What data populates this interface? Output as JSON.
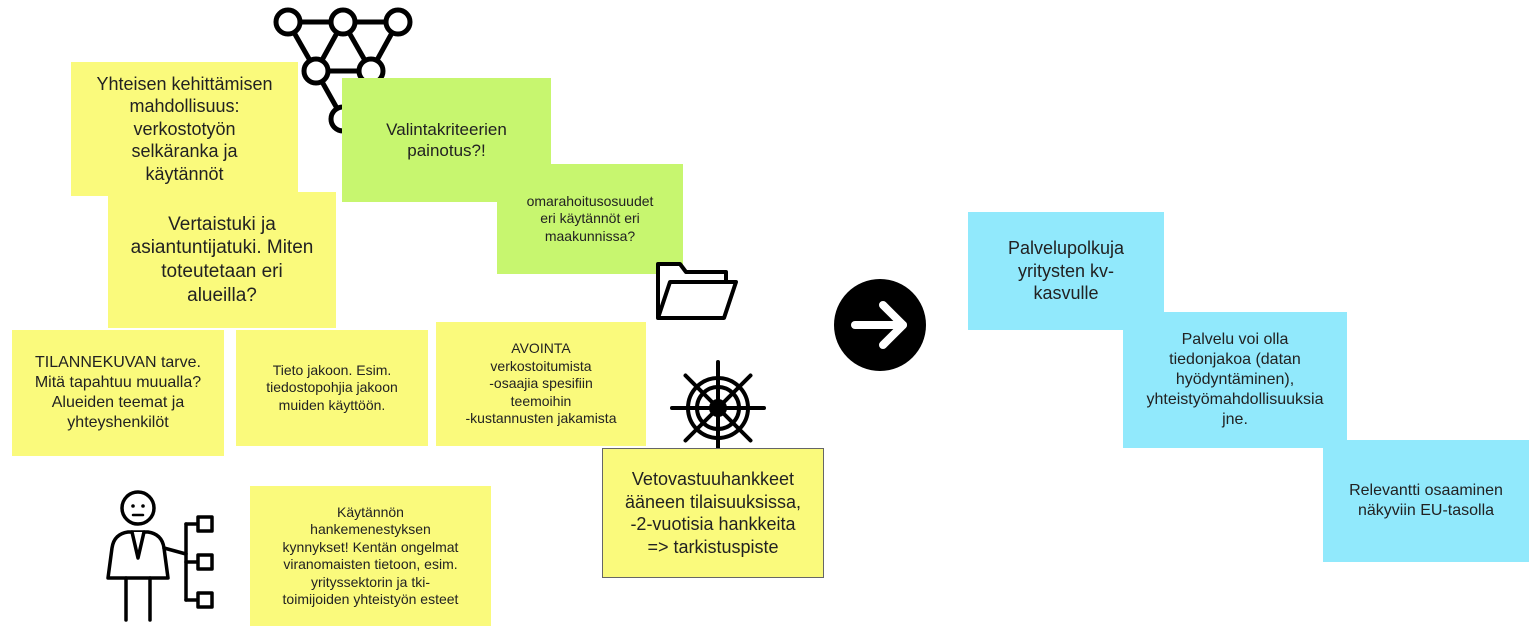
{
  "colors": {
    "yellow": "#fafa7c",
    "green": "#c7f66f",
    "blue": "#91e9fc",
    "arrow": "#000000"
  },
  "notes": {
    "yhteisen": "Yhteisen kehittämisen\nmahdollisuus:\nverkostotyön\nselkäranka ja\nkäytännöt",
    "vertaistuki": "Vertaistuki ja\nasiantuntijatuki. Miten\ntoteutetaan eri\nalueilla?",
    "tilannekuva": "TILANNEKUVAN tarve.\nMitä tapahtuu muualla?\nAlueiden teemat ja\nyhteyshenkilöt",
    "tieto": "Tieto jakoon. Esim.\ntiedostopohjia jakoon\nmuiden käyttöön.",
    "avointa": "AVOINTA\nverkostoitumista\n-osaajia spesifiin\nteemoihin\n-kustannusten jakamista",
    "kaytannon": "Käytännön\nhankemenestyksen\nkynnykset! Kentän ongelmat\nviranomaisten tietoon, esim.\nyrityssektorin ja tki-\ntoimijoiden yhteistyön esteet",
    "vetovastuu": "Vetovastuuhankkeet\nääneen tilaisuuksissa,\n-2-vuotisia hankkeita\n=> tarkistuspiste",
    "valintakriteerien": "Valintakriteerien\npainotus?!",
    "omarahoitus": "omarahoitusosuudet\neri käytännöt eri\nmaakunnissa?",
    "palvelupolkuja": "Palvelupolkuja\nyritysten kv-\nkasvulle",
    "palvelu": "Palvelu voi olla\ntiedonjakoa (datan\nhyödyntäminen),\nyhteistyömahdollisuuksia\njne.",
    "relevantti": "Relevantti osaaminen\nnäkyviin EU-tasolla"
  },
  "icons": [
    "network-icon",
    "folder-icon",
    "ship-wheel-icon",
    "arrow-right-icon",
    "person-hierarchy-icon"
  ]
}
